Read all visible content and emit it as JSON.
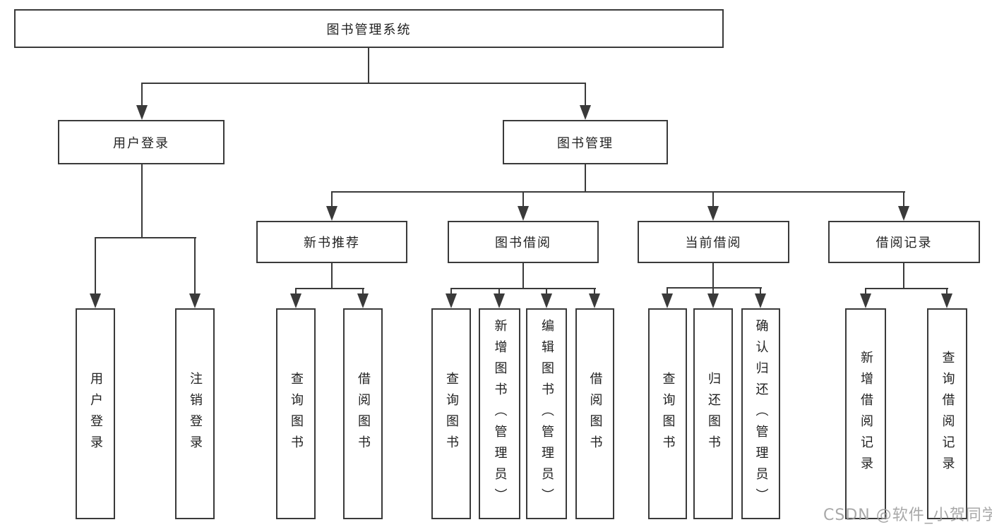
{
  "diagram": {
    "root": {
      "label": "图书管理系统"
    },
    "branches": [
      {
        "label": "用户登录",
        "children": [
          {
            "label": "用户登录"
          },
          {
            "label": "注销登录"
          }
        ]
      },
      {
        "label": "图书管理",
        "children": [
          {
            "label": "新书推荐",
            "children": [
              {
                "label": "查询图书"
              },
              {
                "label": "借阅图书"
              }
            ]
          },
          {
            "label": "图书借阅",
            "children": [
              {
                "label": "查询图书"
              },
              {
                "label": "新增图书（管理员）"
              },
              {
                "label": "编辑图书（管理员）"
              },
              {
                "label": "借阅图书"
              }
            ]
          },
          {
            "label": "当前借阅",
            "children": [
              {
                "label": "查询图书"
              },
              {
                "label": "归还图书"
              },
              {
                "label": "确认归还（管理员）"
              }
            ]
          },
          {
            "label": "借阅记录",
            "children": [
              {
                "label": "新增借阅记录"
              },
              {
                "label": "查询借阅记录"
              }
            ]
          }
        ]
      }
    ]
  },
  "watermark": "CSDN @软件_小贺同学",
  "colors": {
    "line": "#3a3a3a",
    "border": "#3a3a3a",
    "text": "#222222",
    "watermark": "#9e9e9e",
    "background": "#ffffff"
  }
}
